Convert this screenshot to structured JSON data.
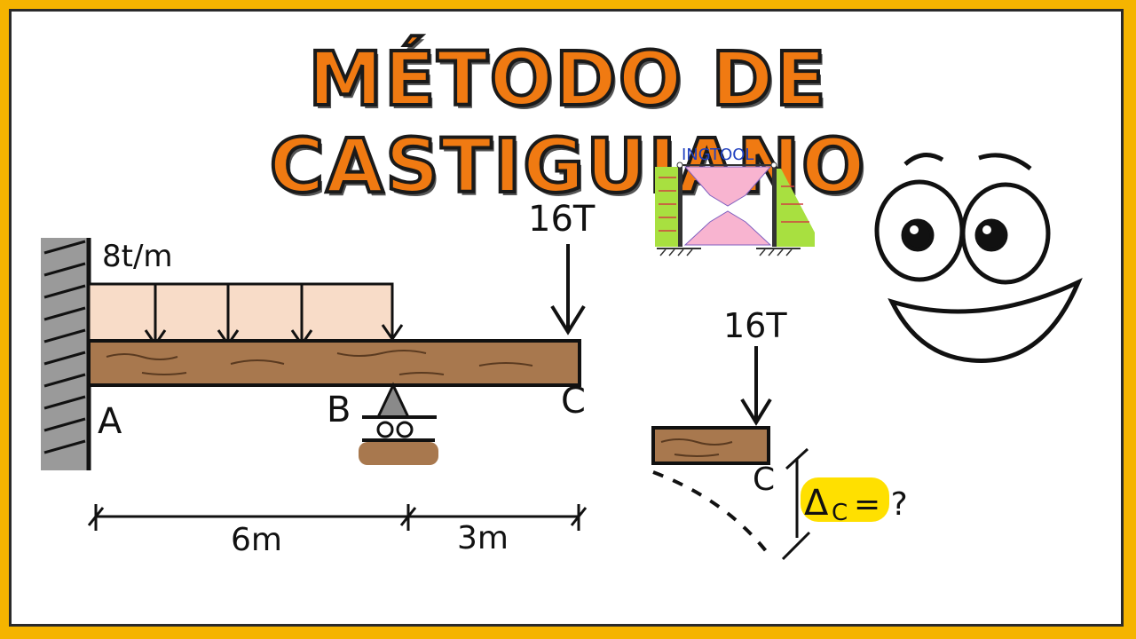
{
  "title": "MÉTODO DE CASTIGUIANO",
  "beam": {
    "dist_load": "8t/m",
    "point_load": "16T",
    "support_a": "A",
    "support_b": "B",
    "point_c": "C",
    "span_ab": "6m",
    "span_bc": "3m"
  },
  "logo": {
    "text": "INGTOOL"
  },
  "detail": {
    "point_load": "16T",
    "point_c": "C",
    "deflection_symbol": "Δ",
    "deflection_sub": "C",
    "deflection_rest": "= ?"
  },
  "colors": {
    "accent": "#f07a12",
    "beam_fill": "#a8784e",
    "load_fill": "#f8dcc8",
    "highlight": "#ffe000",
    "logo_pink": "#f8b4d0",
    "logo_green": "#a8e040"
  }
}
